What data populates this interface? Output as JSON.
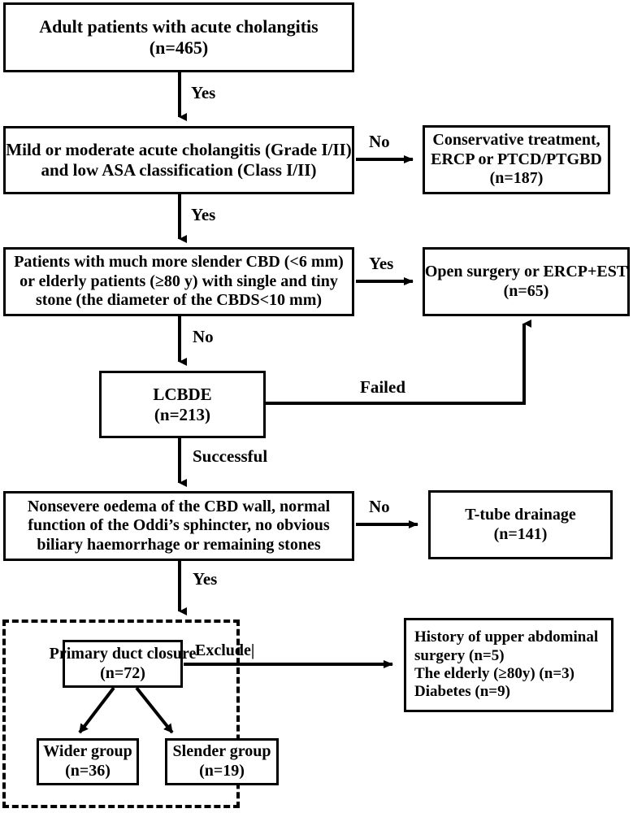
{
  "figure": {
    "type": "flowchart",
    "title": "Treatment algorithm for adult patients with acute cholangitis"
  },
  "nodes": {
    "cohort": {
      "name": "adult-patients-cohort",
      "line1": "Adult patients with acute cholangitis",
      "line2": "(n=465)"
    },
    "severity_decision": {
      "name": "severity-asa-decision",
      "line1": "Mild or moderate acute cholangitis (Grade I/II)",
      "line2": "and low ASA classification (Class I/II)"
    },
    "conservative": {
      "name": "conservative-treatment-outcome",
      "line1": "Conservative treatment,",
      "line2": "ERCP or PTCD/PTGBD",
      "line3": "(n=187)"
    },
    "cbd_decision": {
      "name": "slender-cbd-elderly-decision",
      "line1": "Patients with much more slender CBD (<6 mm)",
      "line2": "or elderly patients (≥80 y) with single and tiny",
      "line3": "stone (the diameter of the CBDS<10 mm)"
    },
    "open_surgery": {
      "name": "open-surgery-ercp-est-outcome",
      "line1": "Open surgery or ERCP+EST",
      "line2": "(n=65)"
    },
    "lcbde": {
      "name": "lcbde-procedure",
      "line1": "LCBDE",
      "line2": "(n=213)"
    },
    "oedema_decision": {
      "name": "oedema-oddi-decision",
      "line1": "Nonsevere oedema of the CBD wall, normal",
      "line2": "function of the Oddi’s sphincter, no obvious",
      "line3": "biliary haemorrhage or remaining stones"
    },
    "ttube": {
      "name": "t-tube-drainage-outcome",
      "line1": "T-tube drainage",
      "line2": "(n=141)"
    },
    "primary_closure": {
      "name": "primary-duct-closure",
      "line1": "Primary duct closure",
      "line2": "(n=72)"
    },
    "wider_group": {
      "name": "wider-group",
      "line1": "Wider group",
      "line2": "(n=36)"
    },
    "slender_group": {
      "name": "slender-group",
      "line1": "Slender group",
      "line2": "(n=19)"
    },
    "exclusions": {
      "name": "exclusion-criteria-list",
      "line1": "History of upper abdominal",
      "line2": "surgery (n=5)",
      "line3": "The elderly (≥80y) (n=3)",
      "line4": "Diabetes (n=9)"
    }
  },
  "edge_labels": {
    "yes_cohort_to_severity": "Yes",
    "no_severity_to_conservative": "No",
    "yes_severity_to_cbd": "Yes",
    "yes_cbd_to_open_surgery": "Yes",
    "no_cbd_to_lcbde": "No",
    "failed_lcbde_to_open_surgery": "Failed",
    "successful_lcbde_to_oedema": "Successful",
    "no_oedema_to_ttube": "No",
    "yes_oedema_to_closure": "Yes",
    "exclude_closure_to_exclusions": "Exclude|"
  },
  "colors": {
    "stroke": "#000000",
    "fill": "#ffffff",
    "text": "#000000"
  }
}
